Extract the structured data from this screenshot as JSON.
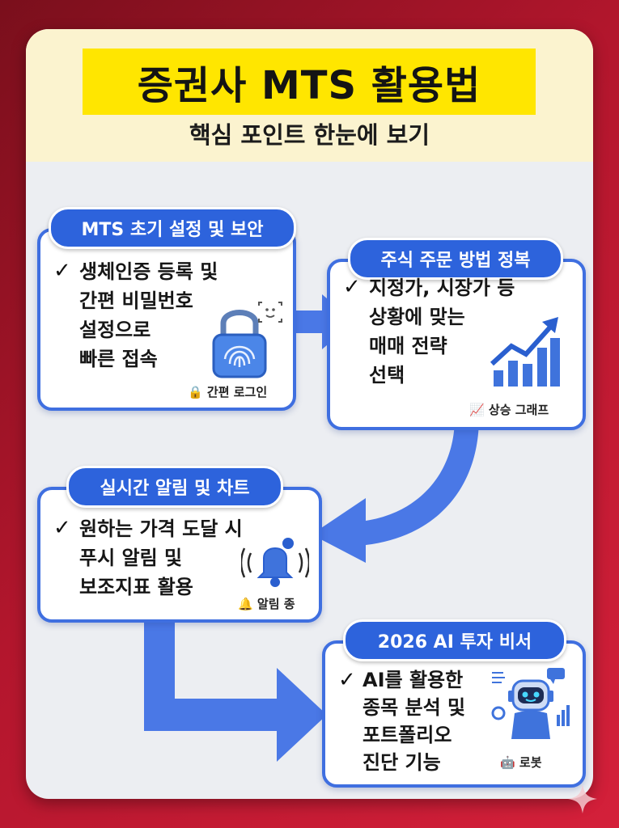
{
  "header": {
    "title": "증권사 MTS 활용법",
    "subtitle": "핵심 포인트 한눈에 보기"
  },
  "steps": [
    {
      "label": "MTS 초기 설정 및 보안",
      "check": "✓",
      "lines": [
        "생체인증 등록 및",
        "간편 비밀번호",
        "설정으로",
        "빠른 접속"
      ],
      "caption": "🔒 간편 로그인",
      "icon": "fingerprint-lock-icon"
    },
    {
      "label": "주식 주문 방법 정복",
      "check": "✓",
      "lines": [
        "지정가, 시장가 등",
        "상황에 맞는",
        "매매 전략",
        "선택"
      ],
      "caption": "📈 상승 그래프",
      "icon": "rising-chart-icon"
    },
    {
      "label": "실시간 알림 및 차트",
      "check": "✓",
      "lines": [
        "원하는 가격 도달 시",
        "푸시 알림 및",
        "보조지표 활용"
      ],
      "caption": "🔔 알림 종",
      "icon": "notification-bell-icon"
    },
    {
      "label": "2026 AI 투자 비서",
      "check": "✓",
      "lines": [
        "AI를 활용한",
        "종목 분석 및",
        "포트폴리오",
        "진단 기능"
      ],
      "caption": "🤖 로봇",
      "icon": "robot-icon"
    }
  ],
  "colors": {
    "accent": "#2d63dc",
    "arrow": "#4a78e6",
    "highlight": "#ffe600",
    "background": "#b3162d"
  }
}
